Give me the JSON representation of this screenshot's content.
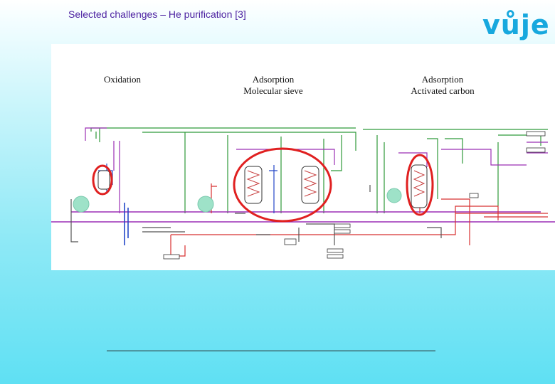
{
  "slide": {
    "title": "Selected challenges – He purification [3]",
    "logo_text": "vůje"
  },
  "diagram": {
    "labels": {
      "oxidation": "Oxidation",
      "molecular_sieve": [
        "Adsorption",
        "Molecular sieve"
      ],
      "activated_carbon": [
        "Adsorption",
        "Activated carbon"
      ]
    },
    "colors": {
      "highlight": "#e02020",
      "pipe_purple": "#9b2fb5",
      "pipe_green": "#2f9a3a",
      "pipe_red": "#d83030",
      "pipe_blue": "#2448c8",
      "accent_green_circle": "#9ee2c8"
    }
  }
}
